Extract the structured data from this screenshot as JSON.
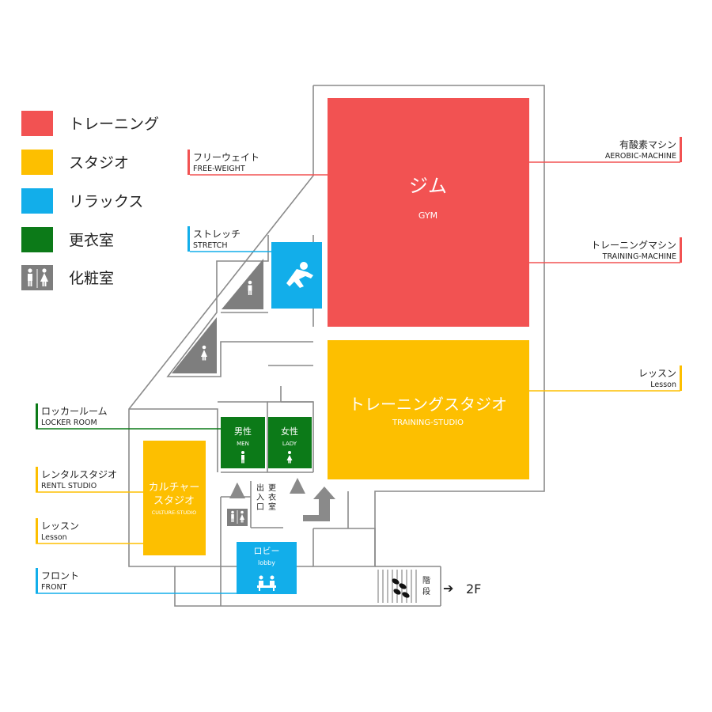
{
  "colors": {
    "training": "#F25252",
    "studio": "#FDBF00",
    "relax": "#12AEEA",
    "locker": "#0C7A18",
    "toilet": "#7E7E7E",
    "wall": "#8A8A8A"
  },
  "legend": [
    {
      "label": "トレーニング",
      "color": "#F25252",
      "icon": "swatch"
    },
    {
      "label": "スタジオ",
      "color": "#FDBF00",
      "icon": "swatch"
    },
    {
      "label": "リラックス",
      "color": "#12AEEA",
      "icon": "swatch"
    },
    {
      "label": "更衣室",
      "color": "#0C7A18",
      "icon": "swatch"
    },
    {
      "label": "化粧室",
      "color": "#7E7E7E",
      "icon": "restroom-icon"
    }
  ],
  "rooms": {
    "gym": {
      "name": "ジム",
      "sub": "GYM"
    },
    "training_studio": {
      "name": "トレーニングスタジオ",
      "sub": "TRAINING-STUDIO"
    },
    "culture_studio": {
      "name1": "カルチャー",
      "name2": "スタジオ",
      "sub": "CULTURE-STUDIO"
    },
    "men": {
      "name": "男性",
      "sub": "MEN"
    },
    "lady": {
      "name": "女性",
      "sub": "LADY"
    },
    "lobby": {
      "name": "ロビー",
      "sub": "lobby"
    },
    "entrance": {
      "c1": "出",
      "c2": "入",
      "c3": "口",
      "d1": "更",
      "d2": "衣",
      "d3": "室"
    },
    "stairs": {
      "c1": "階",
      "c2": "段",
      "arrow": "➔",
      "floor": "2F"
    }
  },
  "callouts": {
    "free_weight": {
      "jp": "フリーウェイト",
      "en": "FREE-WEIGHT"
    },
    "stretch": {
      "jp": "ストレッチ",
      "en": "STRETCH"
    },
    "aerobic": {
      "jp": "有酸素マシン",
      "en": "AEROBIC-MACHINE"
    },
    "training_machine": {
      "jp": "トレーニングマシン",
      "en": "TRAINING-MACHINE"
    },
    "lesson_right": {
      "jp": "レッスン",
      "en": "Lesson"
    },
    "locker_room": {
      "jp": "ロッカールーム",
      "en": "LOCKER ROOM"
    },
    "rental_studio": {
      "jp": "レンタルスタジオ",
      "en": "RENTL STUDIO"
    },
    "lesson_left": {
      "jp": "レッスン",
      "en": "Lesson"
    },
    "front": {
      "jp": "フロント",
      "en": "FRONT"
    }
  }
}
